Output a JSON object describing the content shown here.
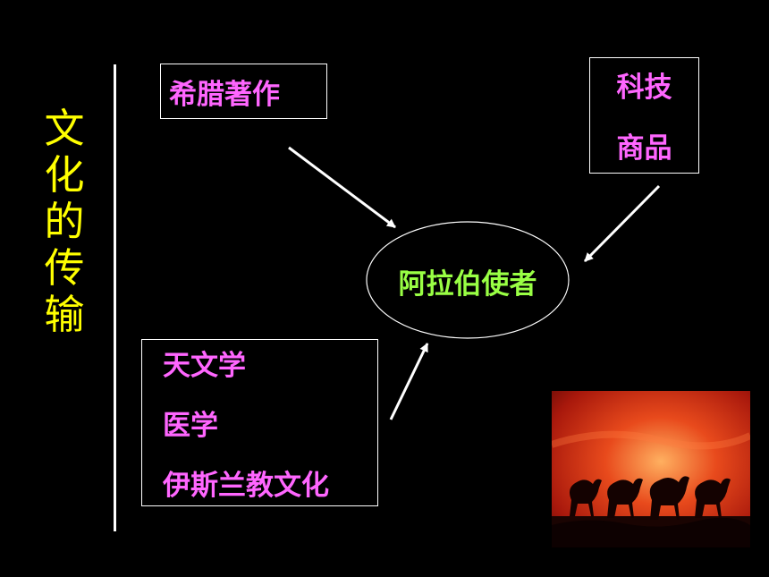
{
  "title": {
    "chars": [
      "文",
      "化",
      "的",
      "传",
      "输"
    ]
  },
  "boxes": {
    "greek": {
      "label": "希腊著作"
    },
    "tech": {
      "line1": "科技",
      "line2": "商品"
    },
    "science": {
      "line1": "天文学",
      "line2": "医学",
      "line3": "伊斯兰教文化"
    }
  },
  "center": {
    "label": "阿拉伯使者"
  },
  "colors": {
    "title": "#ffff00",
    "box_text": "#ff66ff",
    "center_text": "#99ff44",
    "background": "#000000"
  }
}
